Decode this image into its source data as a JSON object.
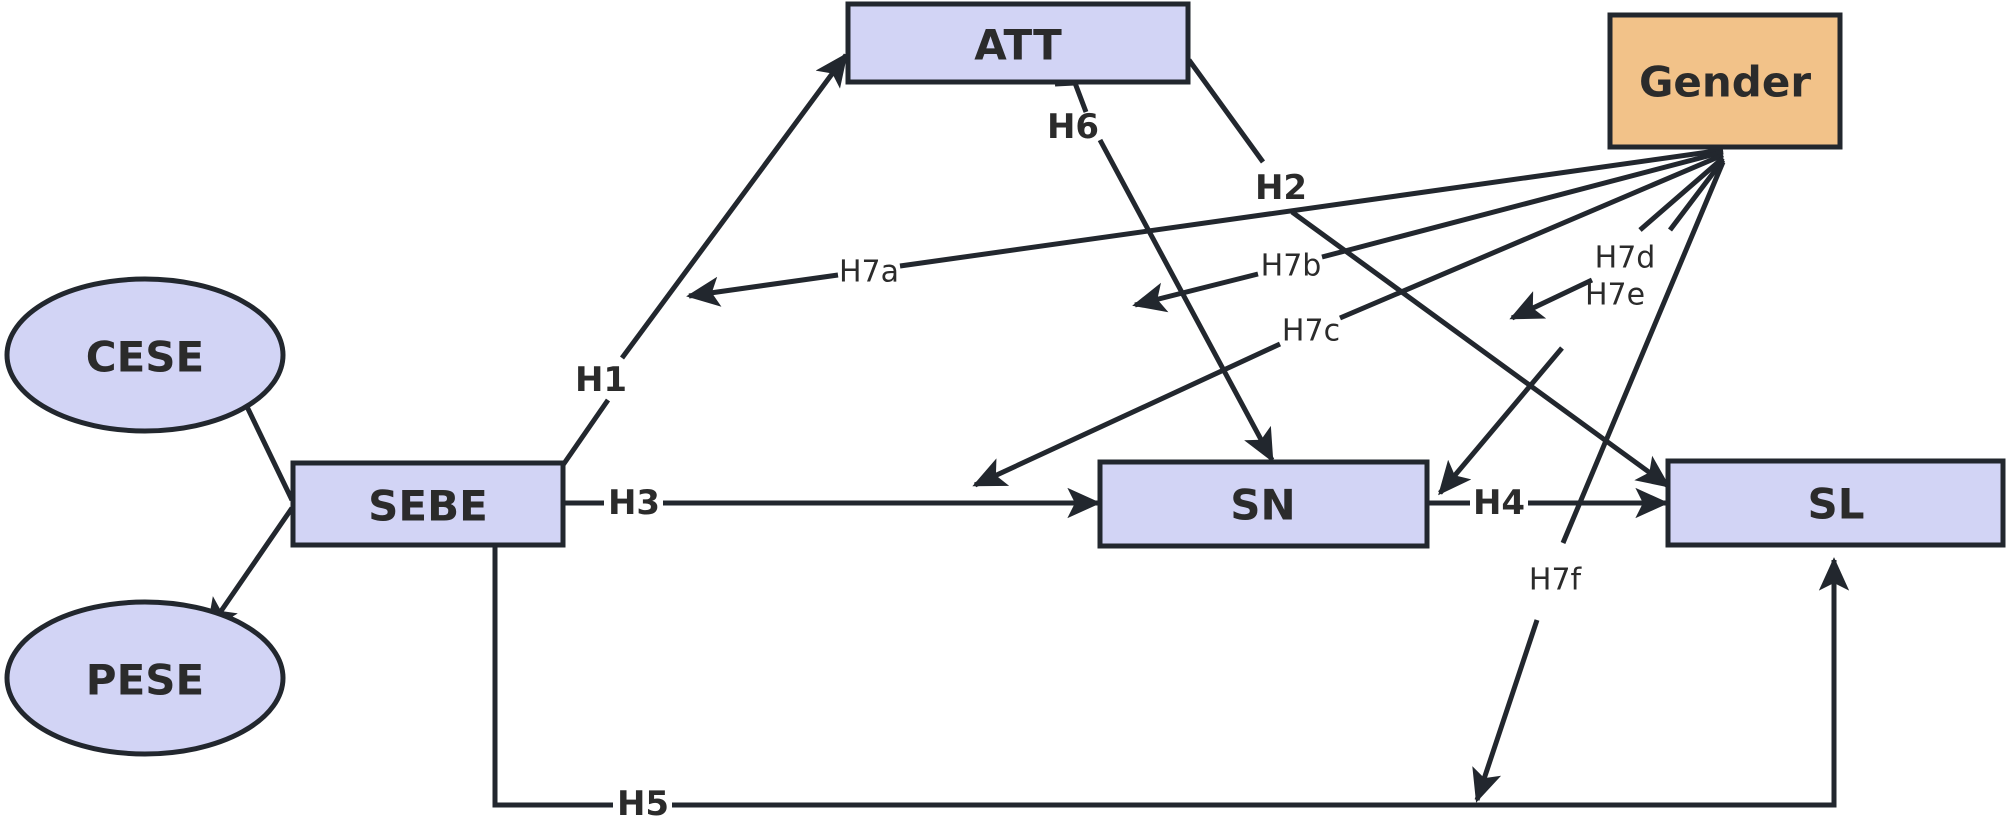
{
  "figure": {
    "type": "path-diagram",
    "background_color": "#ffffff",
    "palette": {
      "construct_fill": "#d2d4f5",
      "moderator_fill": "#f2c289",
      "stroke": "#22272e",
      "text": "#2b2b2b"
    }
  },
  "nodes": [
    {
      "id": "cese",
      "label": "CESE",
      "shape": "ellipse",
      "role": "outcome",
      "fill": "#d2d4f5"
    },
    {
      "id": "pese",
      "label": "PESE",
      "shape": "ellipse",
      "role": "outcome",
      "fill": "#d2d4f5"
    },
    {
      "id": "sebe",
      "label": "SEBE",
      "shape": "rectangle",
      "role": "construct",
      "fill": "#d2d4f5"
    },
    {
      "id": "att",
      "label": "ATT",
      "shape": "rectangle",
      "role": "construct",
      "fill": "#d2d4f5"
    },
    {
      "id": "sn",
      "label": "SN",
      "shape": "rectangle",
      "role": "construct",
      "fill": "#d2d4f5"
    },
    {
      "id": "sl",
      "label": "SL",
      "shape": "rectangle",
      "role": "construct",
      "fill": "#d2d4f5"
    },
    {
      "id": "gender",
      "label": "Gender",
      "shape": "rectangle",
      "role": "moderator",
      "fill": "#f2c289"
    }
  ],
  "edges": [
    {
      "id": "h1",
      "label": "H1",
      "from": "sebe",
      "to": "att",
      "style": "bold"
    },
    {
      "id": "h2",
      "label": "H2",
      "from": "att",
      "to": "sl",
      "style": "bold"
    },
    {
      "id": "h3",
      "label": "H3",
      "from": "sebe",
      "to": "sn",
      "style": "bold"
    },
    {
      "id": "h4",
      "label": "H4",
      "from": "sn",
      "to": "sl",
      "style": "bold"
    },
    {
      "id": "h5",
      "label": "H5",
      "from": "sebe",
      "to": "sl",
      "style": "bold"
    },
    {
      "id": "h6",
      "label": "H6",
      "from": "att",
      "to": "sn",
      "style": "bold"
    },
    {
      "id": "h7a",
      "label": "H7a",
      "from": "gender",
      "to": "h1-path",
      "style": "regular"
    },
    {
      "id": "h7b",
      "label": "H7b",
      "from": "gender",
      "to": "h6-path",
      "style": "regular"
    },
    {
      "id": "h7c",
      "label": "H7c",
      "from": "gender",
      "to": "h3-path",
      "style": "regular"
    },
    {
      "id": "h7d",
      "label": "H7d",
      "from": "gender",
      "to": "h2-path",
      "style": "regular"
    },
    {
      "id": "h7e",
      "label": "H7e",
      "from": "gender",
      "to": "h4-path",
      "style": "regular"
    },
    {
      "id": "h7f",
      "label": "H7f",
      "from": "gender",
      "to": "h5-path",
      "style": "regular"
    },
    {
      "id": "sebe-cese",
      "label": "",
      "from": "sebe",
      "to": "cese",
      "style": "bold"
    },
    {
      "id": "sebe-pese",
      "label": "",
      "from": "sebe",
      "to": "pese",
      "style": "bold"
    }
  ]
}
